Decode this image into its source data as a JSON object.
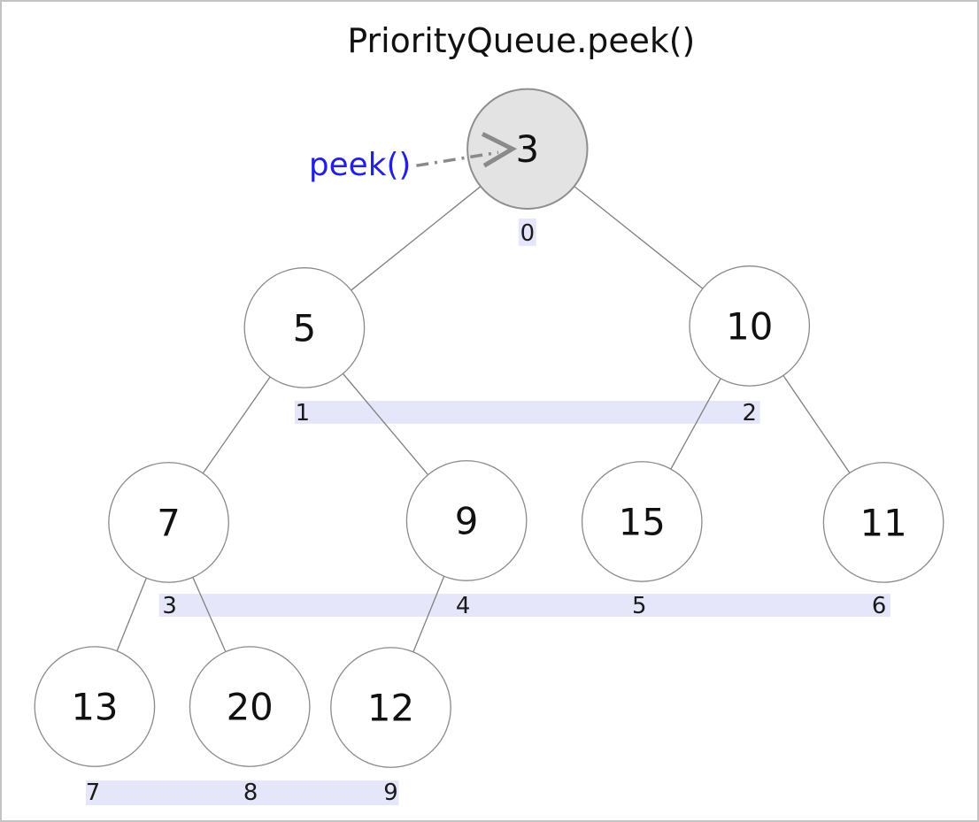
{
  "title": {
    "text": "PriorityQueue.peek()"
  },
  "annotation": {
    "label": "peek()",
    "color": "#2222dd",
    "points_to_index": 0
  },
  "palette": {
    "root_node_fill": "#e3e3e3",
    "node_fill": "#ffffff",
    "node_stroke": "#8a8a8a",
    "edge_stroke": "#7f7f7f",
    "index_bar_fill": "#e6e6fa",
    "arrow_gray": "#8a8a8a",
    "peek_blue": "#2222dd"
  },
  "heap": {
    "nodes": [
      {
        "index": 0,
        "value": 3,
        "highlighted": true
      },
      {
        "index": 1,
        "value": 5,
        "highlighted": false
      },
      {
        "index": 2,
        "value": 10,
        "highlighted": false
      },
      {
        "index": 3,
        "value": 7,
        "highlighted": false
      },
      {
        "index": 4,
        "value": 9,
        "highlighted": false
      },
      {
        "index": 5,
        "value": 15,
        "highlighted": false
      },
      {
        "index": 6,
        "value": 11,
        "highlighted": false
      },
      {
        "index": 7,
        "value": 13,
        "highlighted": false
      },
      {
        "index": 8,
        "value": 20,
        "highlighted": false
      },
      {
        "index": 9,
        "value": 12,
        "highlighted": false
      }
    ],
    "edges": [
      [
        0,
        1
      ],
      [
        0,
        2
      ],
      [
        1,
        3
      ],
      [
        1,
        4
      ],
      [
        2,
        5
      ],
      [
        2,
        6
      ],
      [
        3,
        7
      ],
      [
        3,
        8
      ],
      [
        4,
        9
      ]
    ]
  }
}
